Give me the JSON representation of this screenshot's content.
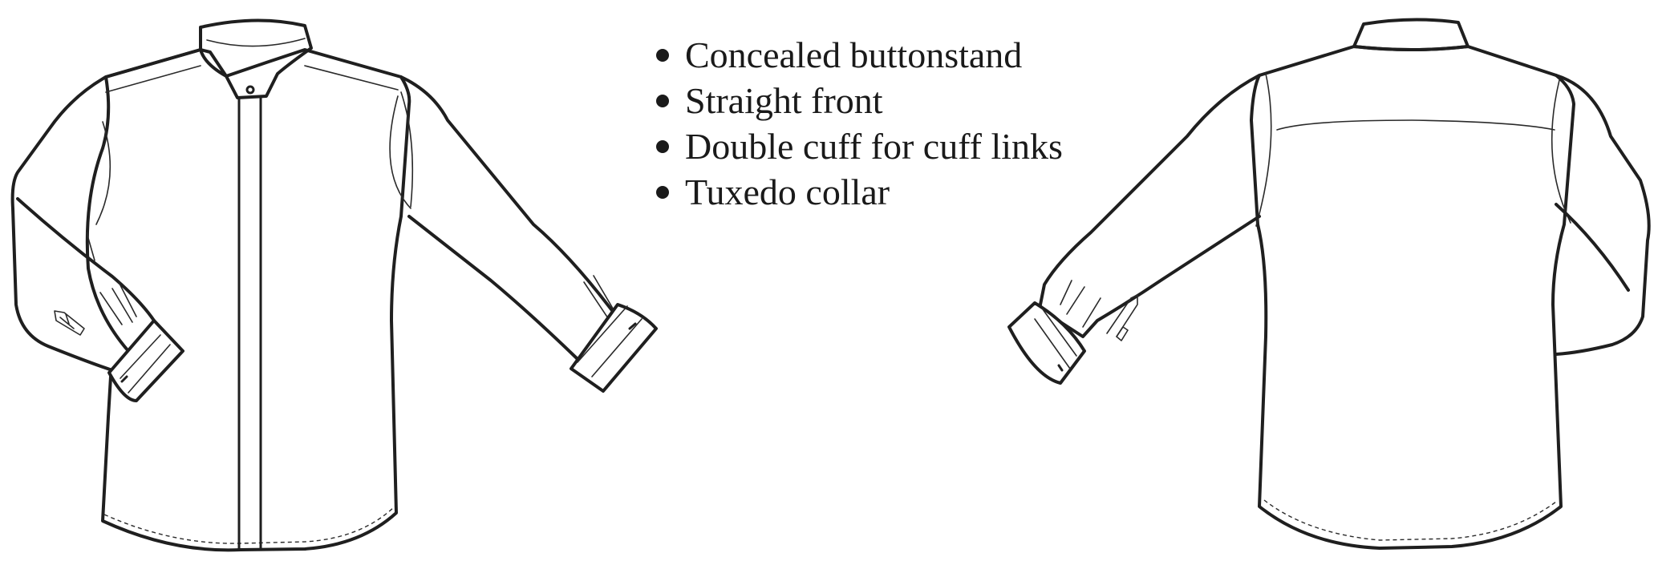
{
  "features": [
    "Concealed buttonstand",
    "Straight front",
    "Double cuff for cuff links",
    "Tuxedo collar"
  ],
  "illustrations": {
    "front": "shirt-front-view",
    "back": "shirt-back-view"
  }
}
